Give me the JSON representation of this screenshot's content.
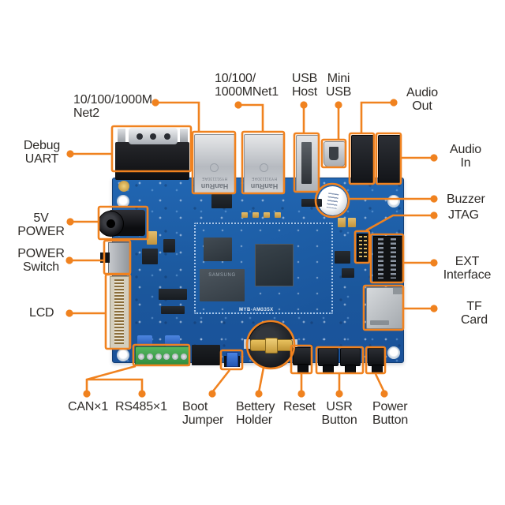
{
  "colors": {
    "accent": "#F0821F",
    "pcb_blue": "#1E5FA9",
    "background": "#FFFFFF",
    "label_text": "#2E2B28"
  },
  "annotations": {
    "net2": {
      "text": "10/100/1000M\nNet2"
    },
    "net1": {
      "text": "10/100/\n1000MNet1"
    },
    "usb_host": {
      "text": "USB\nHost"
    },
    "mini_usb": {
      "text": "Mini\nUSB"
    },
    "audio_out": {
      "text": "Audio\nOut"
    },
    "audio_in": {
      "text": "Audio\nIn"
    },
    "debug_uart": {
      "text": "Debug\nUART"
    },
    "buzzer": {
      "text": "Buzzer"
    },
    "jtag": {
      "text": "JTAG"
    },
    "power_5v": {
      "text": "5V\nPOWER"
    },
    "power_switch": {
      "text": "POWER\nSwitch"
    },
    "ext_interface": {
      "text": "EXT\nInterface"
    },
    "lcd": {
      "text": "LCD"
    },
    "tf_card": {
      "text": "TF\nCard"
    },
    "can": {
      "text": "CAN×1"
    },
    "rs485": {
      "text": "RS485×1"
    },
    "boot_jumper": {
      "text": "Boot\nJumper"
    },
    "battery_holder": {
      "text": "Bettery\nHolder"
    },
    "reset": {
      "text": "Reset"
    },
    "usr_button": {
      "text": "USR\nButton"
    },
    "power_button": {
      "text": "Power\nButton"
    }
  },
  "board": {
    "silkscreen": "MYB-AM335X",
    "ethernet_module": {
      "brand": "HanRun",
      "part": "HY911130AE"
    },
    "flash_chip": "SAMSUNG"
  }
}
